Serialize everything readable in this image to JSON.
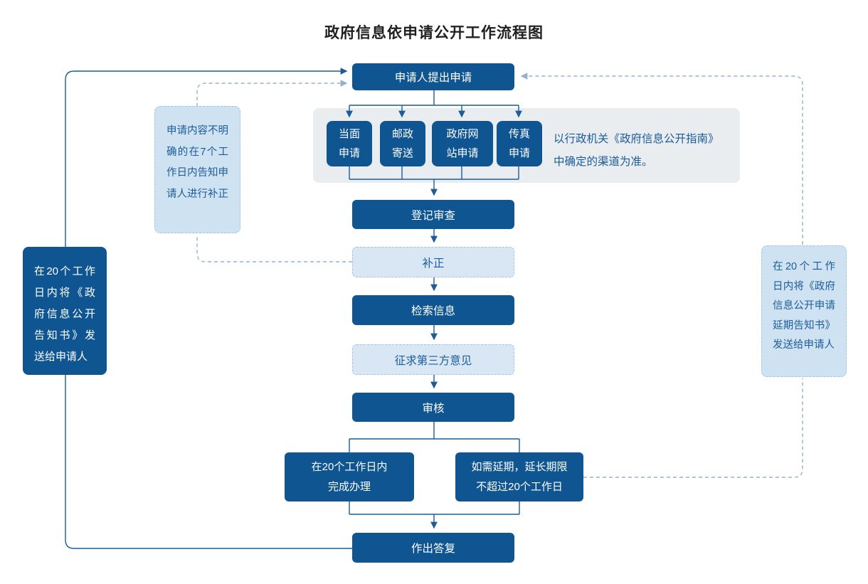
{
  "title": "政府信息依申请公开工作流程图",
  "flow": {
    "start": "申请人提出申请",
    "channels": {
      "items": [
        "当面\n申请",
        "邮政\n寄送",
        "政府网\n站申请",
        "传真\n申请"
      ],
      "note": "以行政机关《政府信息公开指南》\n中确定的渠道为准。"
    },
    "steps": {
      "register": "登记审查",
      "supplement": "补正",
      "search": "检索信息",
      "third_party": "征求第三方意见",
      "review": "审核",
      "reply": "作出答复"
    },
    "deadline": {
      "normal": "在20个工作日内\n完成办理",
      "extension": "如需延期，延长期限\n不超过20个工作日"
    },
    "annotations": {
      "reply_deadline": "在20个工作日内将《政府信息公开告知书》发送给申请人",
      "supplement_note": "申请内容不明确的在7个工作日内告知申请人进行补正",
      "extension_note": "在20个工作日内将《政府信息公开申请延期告知书》 发送给申请人"
    }
  },
  "colors": {
    "primary": "#0e5591",
    "line": "#1d5c99",
    "dashed_line": "#96b1cd",
    "panel": "#e9edf0",
    "light_fill": "#d9e7f5",
    "note_fill": "#cfe2f2",
    "note_border": "#a3c6e2",
    "text_blue": "#1c5c9b"
  }
}
